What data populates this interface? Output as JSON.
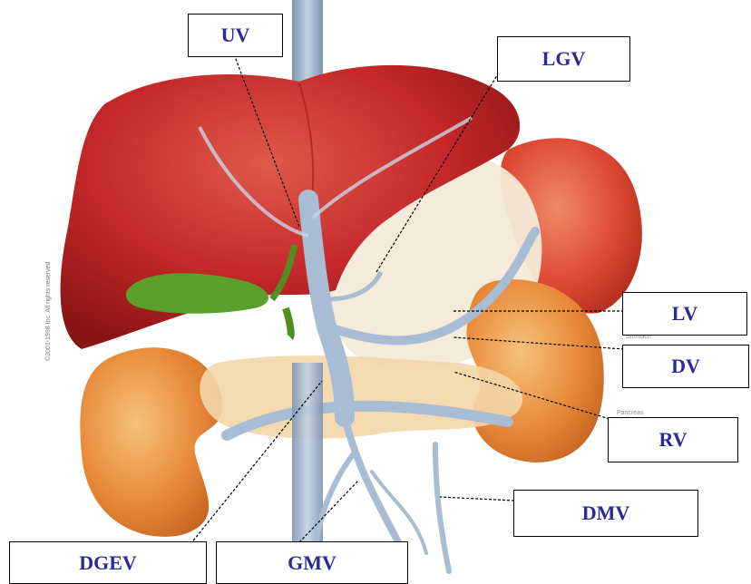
{
  "labels": {
    "uv": "UV",
    "lgv": "LGV",
    "lv": "LV",
    "dv": "DV",
    "rv": "RV",
    "dmv": "DMV",
    "dgev": "DGEV",
    "gmv": "GMV"
  },
  "faint_text": {
    "copyright": "©2001-1998 Inc. All rights reserved",
    "stomach_note": "Stomach",
    "pancreas_note": "Pancreas"
  },
  "colors": {
    "label_text": "#2a2a9a",
    "liver": "#c0282a",
    "kidney": "#e58a3a",
    "gallbladder": "#5aa02a",
    "vein": "#9ab0c8"
  }
}
